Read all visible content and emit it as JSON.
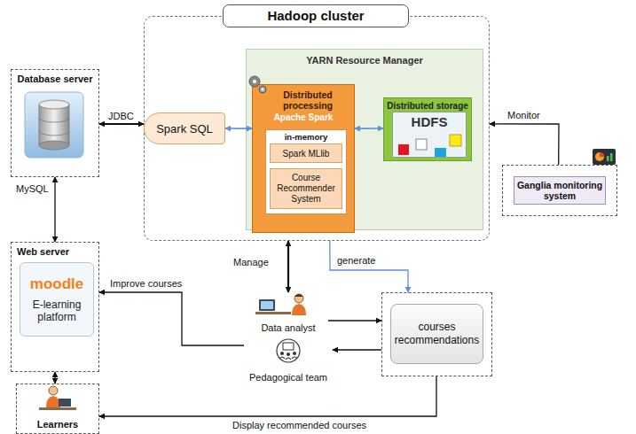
{
  "diagram": {
    "nodes": [
      {
        "text": [
          "Hadoop cluster"
        ]
      },
      {
        "text": [
          "YARN Resource Manager"
        ],
        "in": 0
      },
      {
        "text": [
          "Distributed processing",
          "Apache Spark"
        ],
        "in": 1
      },
      {
        "text": [
          "in-memory"
        ],
        "in": 2
      },
      {
        "text": [
          "Spark MLlib"
        ],
        "in": 3
      },
      {
        "text": [
          "Course Recommender System"
        ],
        "in": 3
      },
      {
        "text": [
          "Distributed storage"
        ],
        "in": 1
      },
      {
        "text": [
          "HDFS"
        ],
        "in": 6
      },
      {
        "text": [
          "Database server"
        ]
      },
      {
        "text": [
          "Spark SQL"
        ]
      },
      {
        "text": [
          "Ganglia monitoring system"
        ]
      },
      {
        "text": [
          "Web server"
        ]
      },
      {
        "text": [
          "moodle",
          "E-learning platform"
        ],
        "in": 11
      },
      {
        "text": [
          "Learners"
        ]
      },
      {
        "text": [
          "Data analyst"
        ]
      },
      {
        "text": [
          "Pedagogical team"
        ]
      },
      {
        "text": [
          "courses recommendations"
        ]
      }
    ],
    "edges": [
      {
        "from": 8,
        "to": 9,
        "arrow": "both",
        "label": "JDBC"
      },
      {
        "from": 9,
        "to": 2,
        "arrow": "both"
      },
      {
        "from": 2,
        "to": 6,
        "arrow": "both"
      },
      {
        "from": 10,
        "to": 0,
        "arrow": "to",
        "label": "Monitor"
      },
      {
        "from": 8,
        "to": 11,
        "arrow": "both",
        "label": "MySQL"
      },
      {
        "from": 11,
        "to": 13,
        "arrow": "both"
      },
      {
        "from": 0,
        "to": 14,
        "arrow": "both",
        "label": "Manage"
      },
      {
        "from": 0,
        "to": 16,
        "arrow": "to",
        "label": "generate"
      },
      {
        "from": 15,
        "to": 11,
        "arrow": "to",
        "label": "Improve courses"
      },
      {
        "from": 14,
        "to": 16,
        "arrow": "to"
      },
      {
        "from": 16,
        "to": 15,
        "arrow": "to"
      },
      {
        "from": 16,
        "to": 13,
        "arrow": "to",
        "label": "Display recommended courses"
      }
    ]
  }
}
